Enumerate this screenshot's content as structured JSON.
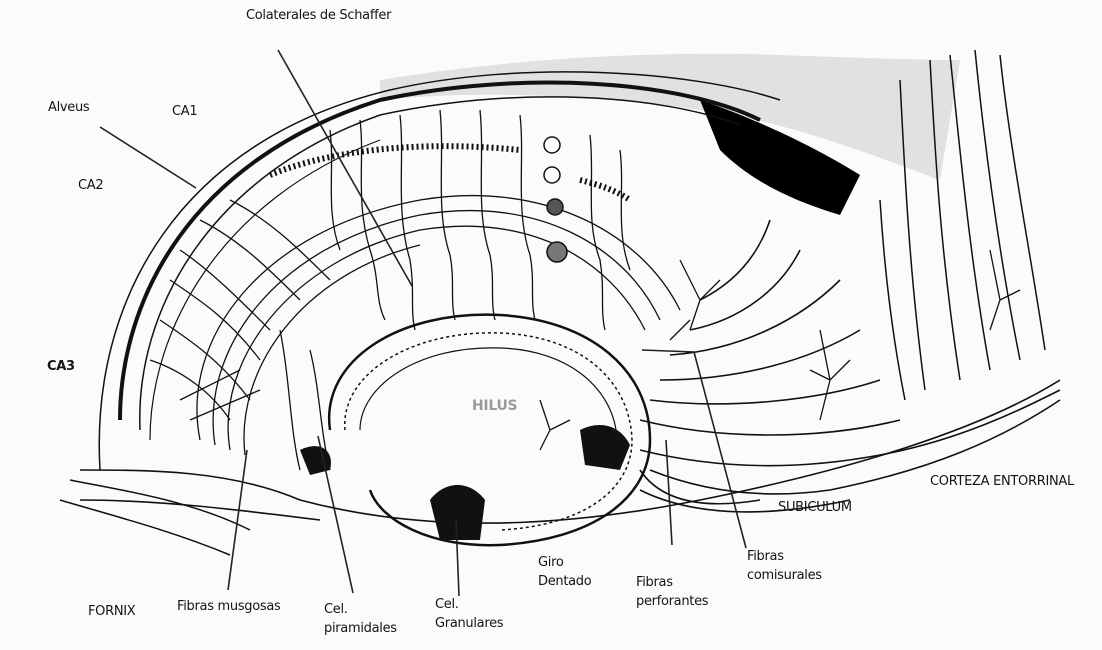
{
  "labels": {
    "colaterales_schaffer": "Colaterales de Schaffer",
    "alveus": "Alveus",
    "ca1": "CA1",
    "ca2": "CA2",
    "ca3": "CA3",
    "hilus": "HILUS",
    "corteza_entorrinal": "CORTEZA ENTORRINAL",
    "subiculum": "SUBICULUM",
    "fornix": "FORNIX",
    "fibras_musgosas": "Fibras musgosas",
    "cel_piramidales": "Cel.\npiramidales",
    "cel_granulares": "Cel.\nGranulares",
    "giro_dentado": "Giro\nDentado",
    "fibras_perforantes": "Fibras\nperforantes",
    "fibras_comisurales": "Fibras\ncomisurales"
  },
  "colors": {
    "ink": "#111111",
    "background": "#fbfbfb",
    "hilus_label": "#9a9a9a"
  }
}
